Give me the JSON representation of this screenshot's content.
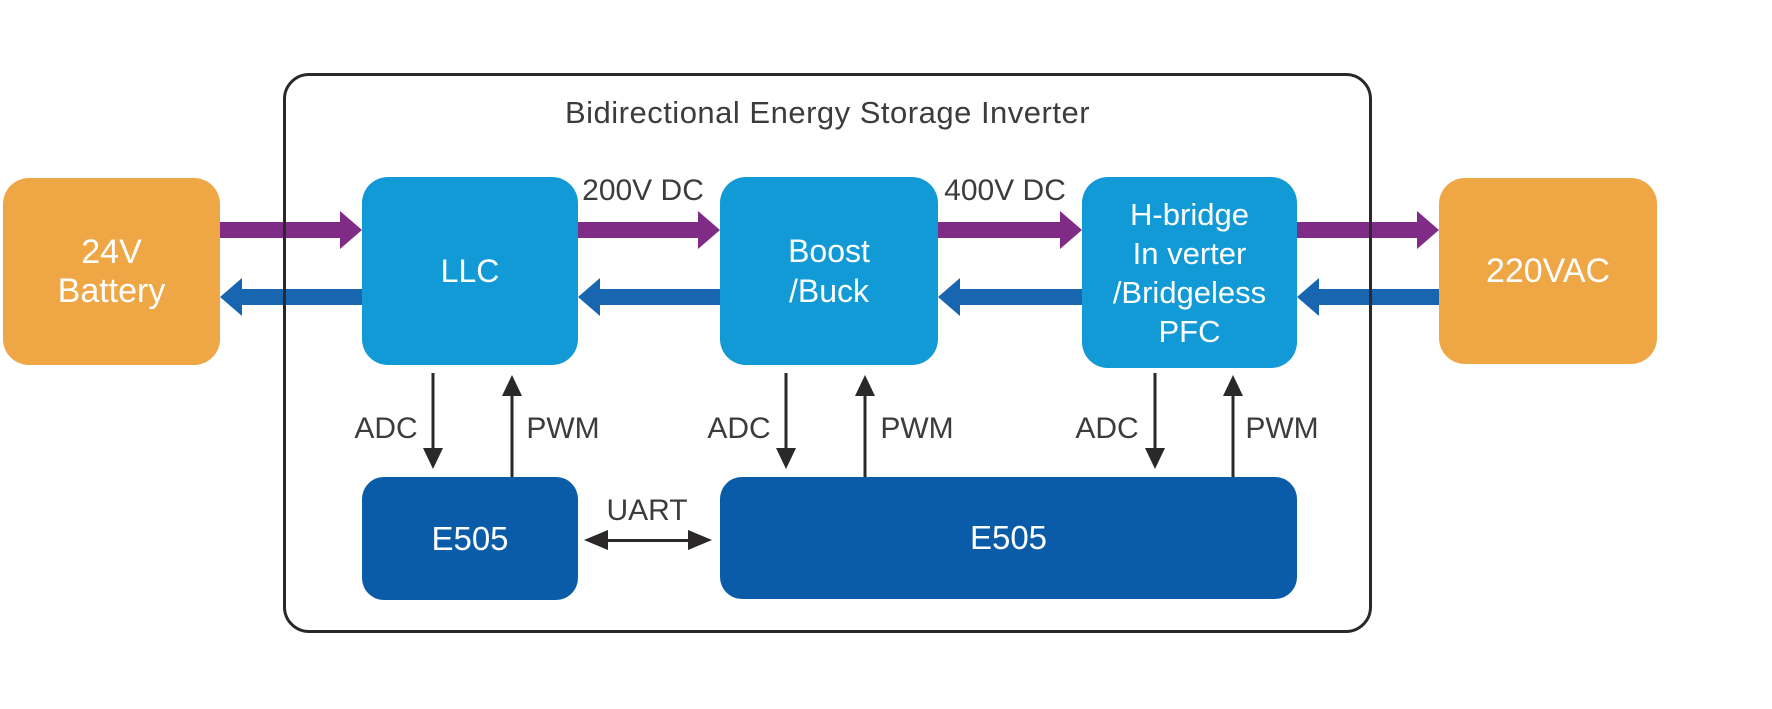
{
  "palette": {
    "box-orange": "#EFA645",
    "box-lightblue": "#119AD6",
    "box-darkblue": "#0B5CA8",
    "arrow-purple": "#7F2C87",
    "arrow-blue": "#1966B0",
    "line-black": "#2B2829",
    "label-text": "#3C3C3C"
  },
  "diagram": {
    "title": "Bidirectional Energy Storage Inverter",
    "nodes": {
      "battery": {
        "lines": [
          "24V",
          "Battery"
        ]
      },
      "llc": {
        "label": "LLC"
      },
      "boost": {
        "lines": [
          "Boost",
          "/Buck"
        ]
      },
      "hbridge": {
        "lines": [
          "H-bridge",
          "In verter",
          "/Bridgeless",
          "PFC"
        ]
      },
      "grid": {
        "label": "220VAC"
      },
      "mcu_left": {
        "label": "E505"
      },
      "mcu_right": {
        "label": "E505"
      }
    },
    "bus_labels": {
      "dc200": "200V DC",
      "dc400": "400V DC"
    },
    "signal_labels": {
      "adc": "ADC",
      "pwm": "PWM",
      "uart": "UART"
    }
  }
}
